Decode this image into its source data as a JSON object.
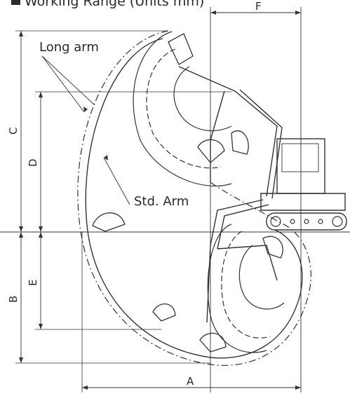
{
  "title": "Working Range (Units mm)",
  "labels": {
    "long_arm": "Long arm",
    "std_arm": "Std. Arm"
  },
  "dimensions": {
    "a": "A",
    "b": "B",
    "c": "C",
    "d": "D",
    "e": "E",
    "f": "F"
  }
}
